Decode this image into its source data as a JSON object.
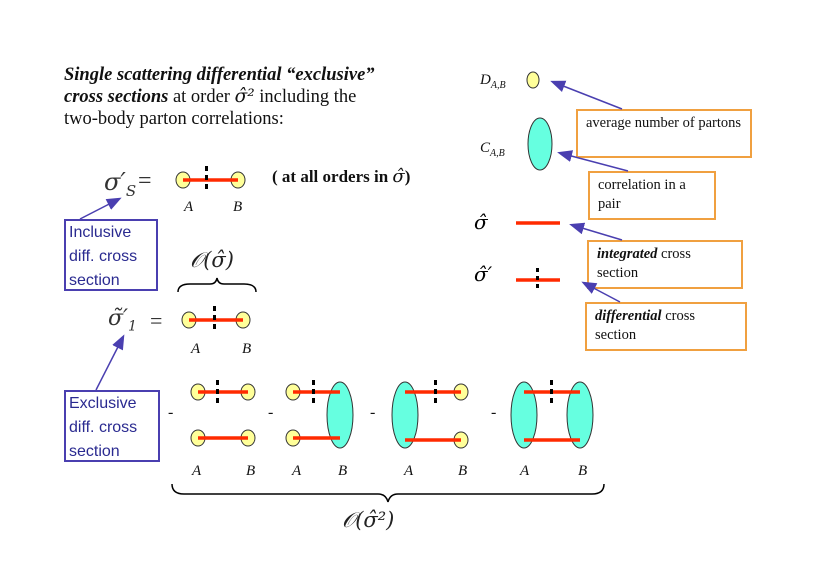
{
  "intro": {
    "part1": "Single scattering differential “exclusive”",
    "part2": "cross sections",
    "part3": " at order ",
    "part4": " including the",
    "part5": "two-body parton correlations:"
  },
  "symbols": {
    "sigma_S_prime": "σ′",
    "sub_S": "S",
    "equals": "=",
    "sigma_hat": "σ̂",
    "sigma_hat_prime": "σ̂′",
    "sigma_tilde": "σ̃′",
    "sub_1": "1",
    "D_AB": "D",
    "C_AB": "C",
    "sub_AB": "A,B",
    "order_sigma": "𝒪(σ̂)",
    "order_sigma2": "𝒪(σ̂²)",
    "sigma2": "σ̂²",
    "minus": "-"
  },
  "all_orders": {
    "text": "( at all orders in ",
    "close": ")"
  },
  "labels": {
    "A": "A",
    "B": "B"
  },
  "orange_boxes": {
    "avg_text": "average number of partons",
    "corr_text": "correlation in a pair",
    "integrated_bold": "integrated",
    "integrated_rest": " cross section",
    "differential_bold": "differential",
    "differential_rest": " cross section"
  },
  "blue_boxes": {
    "inclusive": [
      "Inclusive",
      "diff. cross",
      "section"
    ],
    "exclusive": [
      "Exclusive",
      "diff. cross",
      "section"
    ]
  },
  "colors": {
    "line": "#ff2a00",
    "yellow": "#ffff99",
    "cyan": "#66ffe0",
    "orange": "#f0a040",
    "blue": "#4a3fb0"
  }
}
